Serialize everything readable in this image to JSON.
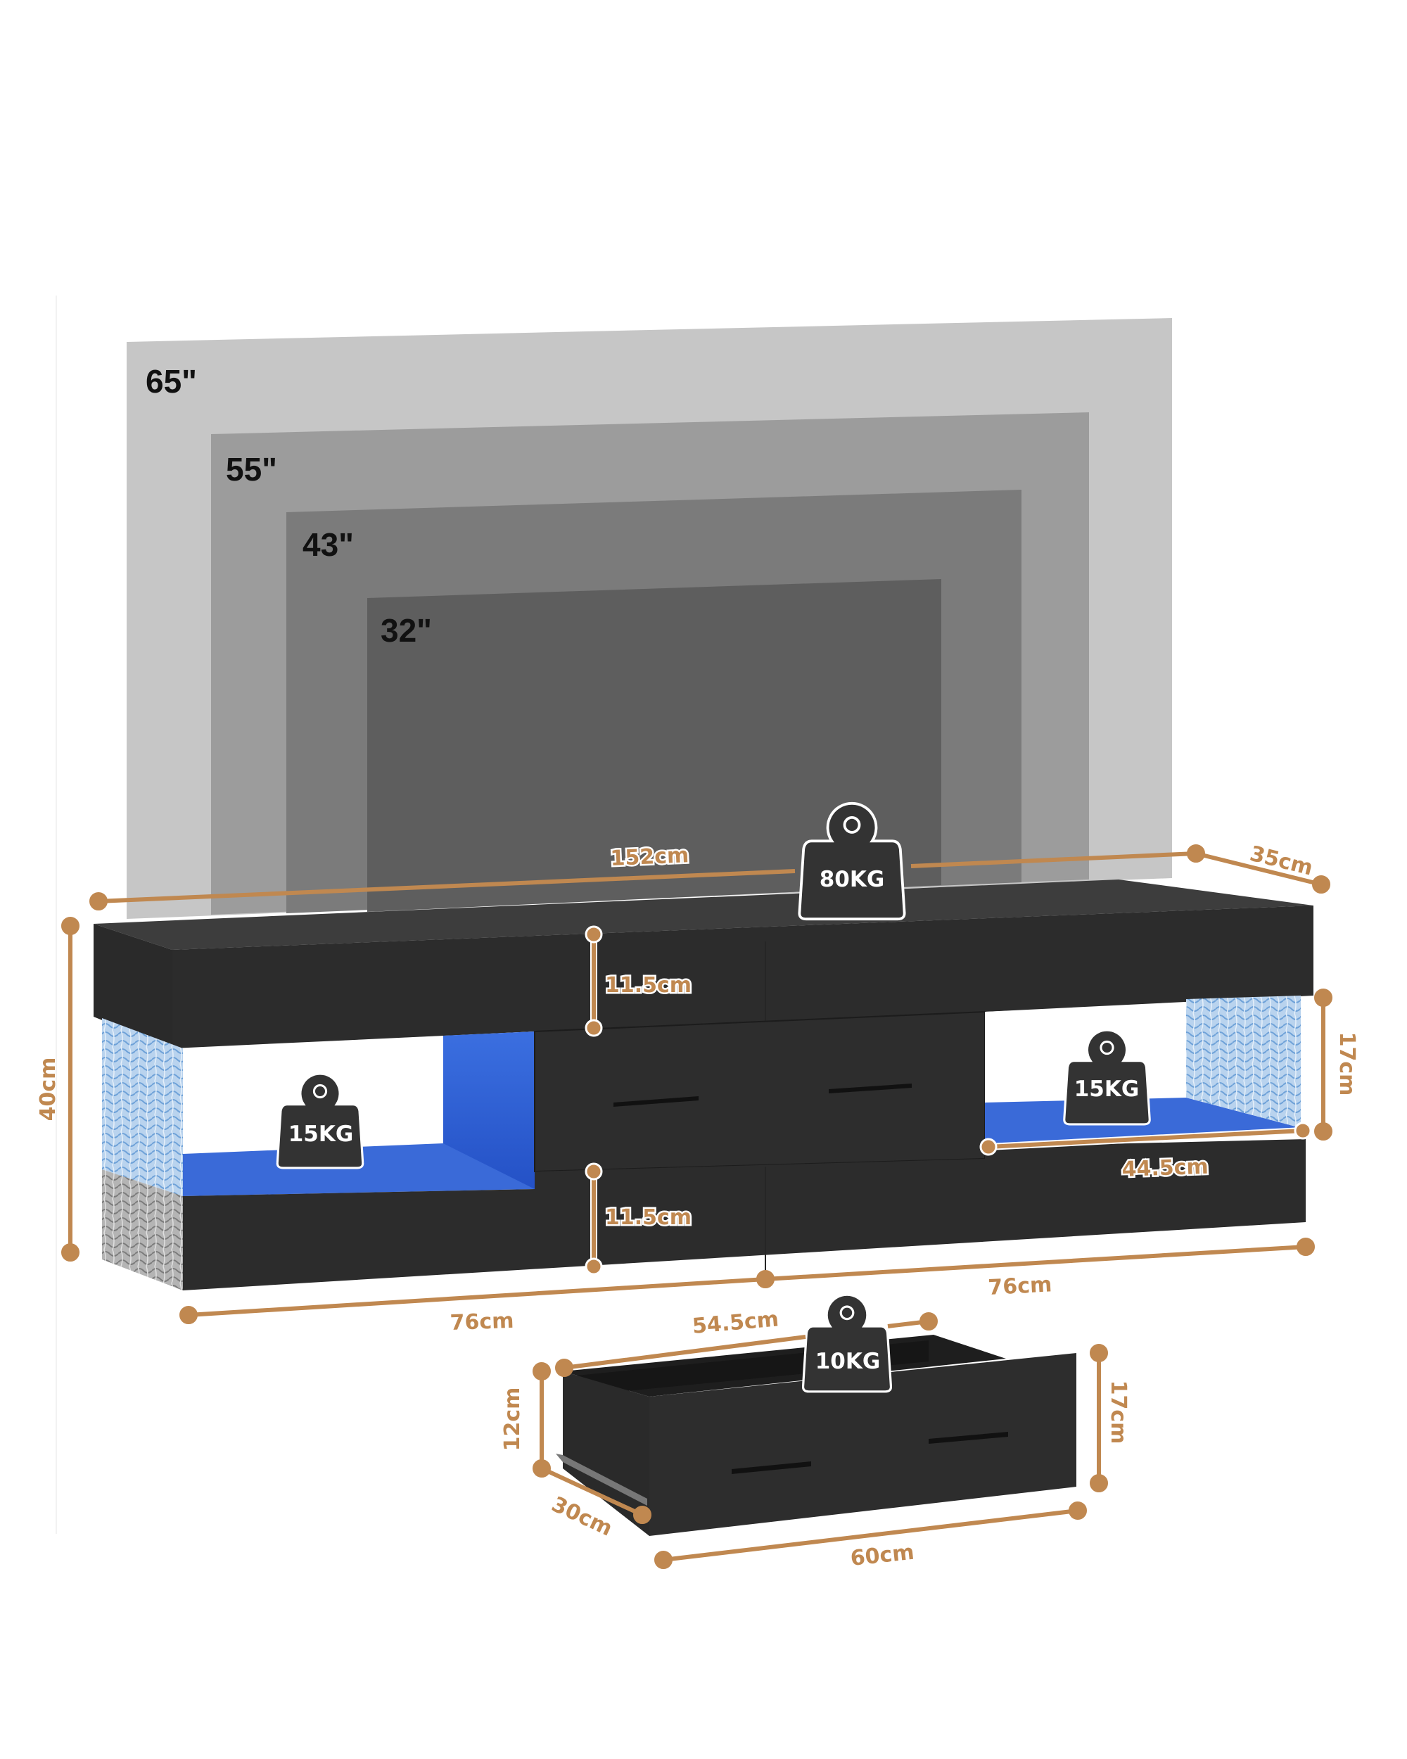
{
  "colors": {
    "background": "#ffffff",
    "tv_65": "#c6c6c6",
    "tv_55": "#9c9c9c",
    "tv_43": "#7b7b7b",
    "tv_32": "#5e5e5e",
    "cabinet": "#2e2e2e",
    "cabinet_dark": "#222222",
    "cabinet_top": "#3a3a3a",
    "led_blue": "#3a6ad8",
    "glass": "#a9c8e8",
    "dimension": "#c08850",
    "weight_fill": "#333333"
  },
  "tv_sizes": [
    {
      "label": "65\""
    },
    {
      "label": "55\""
    },
    {
      "label": "43\""
    },
    {
      "label": "32\""
    }
  ],
  "dimensions": {
    "total_width": "152cm",
    "depth": "35cm",
    "height": "40cm",
    "top_slab_height": "11.5cm",
    "bottom_slab_height": "11.5cm",
    "shelf_height": "17cm",
    "shelf_width": "44.5cm",
    "left_half_width": "76cm",
    "right_half_width": "76cm"
  },
  "drawer": {
    "inner_width": "54.5cm",
    "outer_width": "60cm",
    "depth": "30cm",
    "inner_height": "12cm",
    "front_height": "17cm"
  },
  "weights": {
    "top": "80KG",
    "left_shelf": "15KG",
    "right_shelf": "15KG",
    "drawer": "10KG"
  }
}
